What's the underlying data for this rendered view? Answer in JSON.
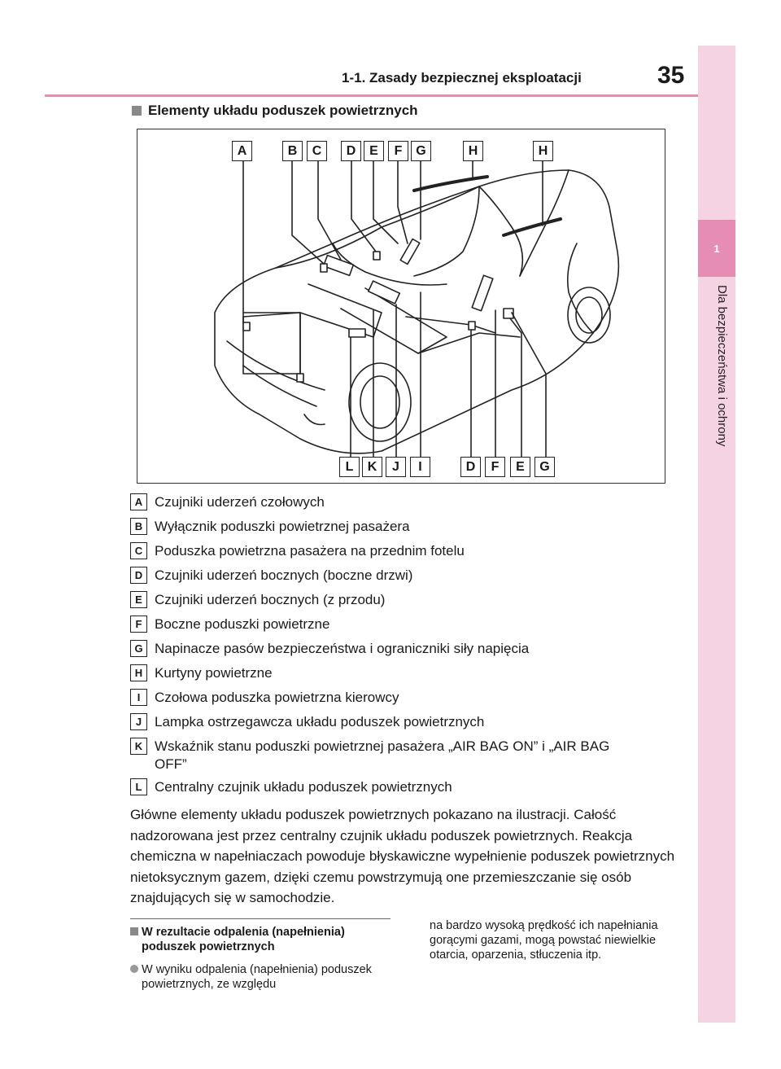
{
  "header": {
    "title": "1-1. Zasady bezpiecznej eksploatacji",
    "page_number": "35"
  },
  "side_tab": {
    "chapter": "1",
    "label": "Dla bezpieczeństwa i ochrony"
  },
  "section": {
    "title": "Elementy układu poduszek powietrznych"
  },
  "diagram": {
    "top_labels": [
      "A",
      "B",
      "C",
      "D",
      "E",
      "F",
      "G",
      "H",
      "H"
    ],
    "bottom_labels": [
      "L",
      "K",
      "J",
      "I",
      "D",
      "F",
      "E",
      "G"
    ]
  },
  "legend": [
    {
      "key": "A",
      "text": "Czujniki uderzeń czołowych"
    },
    {
      "key": "B",
      "text": "Wyłącznik poduszki powietrznej pasażera"
    },
    {
      "key": "C",
      "text": "Poduszka powietrzna pasażera na przednim fotelu"
    },
    {
      "key": "D",
      "text": "Czujniki uderzeń bocznych (boczne drzwi)"
    },
    {
      "key": "E",
      "text": "Czujniki uderzeń bocznych (z przodu)"
    },
    {
      "key": "F",
      "text": "Boczne poduszki powietrzne"
    },
    {
      "key": "G",
      "text": "Napinacze pasów bezpieczeństwa i ograniczniki siły napięcia"
    },
    {
      "key": "H",
      "text": "Kurtyny powietrzne"
    },
    {
      "key": "I",
      "text": "Czołowa poduszka powietrzna kierowcy"
    },
    {
      "key": "J",
      "text": "Lampka ostrzegawcza układu poduszek powietrznych"
    },
    {
      "key": "K",
      "text": "Wskaźnik stanu poduszki powietrznej pasażera „AIR BAG ON” i „AIR BAG OFF”"
    },
    {
      "key": "L",
      "text": "Centralny czujnik układu poduszek powietrznych"
    }
  ],
  "paragraph": "Główne elementy układu poduszek powietrznych pokazano na ilustracji. Całość nadzorowana jest przez centralny czujnik układu poduszek powietrznych. Reakcja chemiczna w napełniaczach powoduje błyskawiczne wypełnienie poduszek powietrznych nietoksycznym gazem, dzięki czemu powstrzymują one przemieszczanie się osób znajdujących się w samochodzie.",
  "note": {
    "heading": "W rezultacie odpalenia (napełnienia) poduszek powietrznych",
    "bullet": "W wyniku odpalenia (napełnienia) poduszek powietrznych, ze względu",
    "continuation": "na bardzo wysoką prędkość ich napełniania gorącymi gazami, mogą powstać niewielkie otarcia, oparzenia, stłuczenia itp."
  }
}
